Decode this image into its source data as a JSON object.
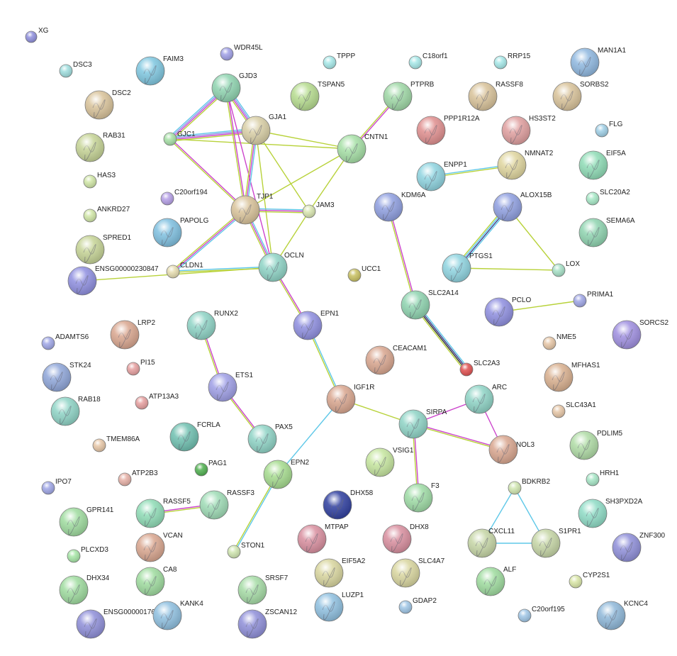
{
  "network": {
    "nodes": [
      {
        "id": "XG",
        "color": "#8f8fdd",
        "kind": "small"
      },
      {
        "id": "DSC3",
        "color": "#9fdede",
        "kind": "small"
      },
      {
        "id": "FAIM3",
        "color": "#7fc7e0",
        "kind": "structure"
      },
      {
        "id": "WDR45L",
        "color": "#9f9fe6",
        "kind": "small"
      },
      {
        "id": "TPPP",
        "color": "#a6e8e8",
        "kind": "small"
      },
      {
        "id": "C18orf1",
        "color": "#a6e8e8",
        "kind": "small"
      },
      {
        "id": "RRP15",
        "color": "#a6e8e8",
        "kind": "small"
      },
      {
        "id": "MAN1A1",
        "color": "#8fb8e0",
        "kind": "structure"
      },
      {
        "id": "DSC2",
        "color": "#d9c39a",
        "kind": "structure"
      },
      {
        "id": "GJD3",
        "color": "#8fd4b0",
        "kind": "structure"
      },
      {
        "id": "TSPAN5",
        "color": "#b6dc8f",
        "kind": "structure"
      },
      {
        "id": "PTPRB",
        "color": "#9fd8a6",
        "kind": "structure"
      },
      {
        "id": "RASSF8",
        "color": "#d9c39a",
        "kind": "structure"
      },
      {
        "id": "SORBS2",
        "color": "#d9c39a",
        "kind": "structure"
      },
      {
        "id": "RAB31",
        "color": "#c6d496",
        "kind": "structure"
      },
      {
        "id": "GJC1",
        "color": "#a6e0a6",
        "kind": "small"
      },
      {
        "id": "GJA1",
        "color": "#d9cfa6",
        "kind": "structure"
      },
      {
        "id": "PPP1R12A",
        "color": "#e08f8f",
        "kind": "structure"
      },
      {
        "id": "HS3ST2",
        "color": "#e09f9f",
        "kind": "structure"
      },
      {
        "id": "FLG",
        "color": "#9fcfe6",
        "kind": "small"
      },
      {
        "id": "CNTN1",
        "color": "#a6e0a6",
        "kind": "structure"
      },
      {
        "id": "HAS3",
        "color": "#d0e6a6",
        "kind": "small"
      },
      {
        "id": "ENPP1",
        "color": "#8fd4e0",
        "kind": "structure"
      },
      {
        "id": "NMNAT2",
        "color": "#e0d69f",
        "kind": "structure"
      },
      {
        "id": "EIF5A",
        "color": "#8fdcb6",
        "kind": "structure"
      },
      {
        "id": "C20orf194",
        "color": "#b59fe6",
        "kind": "small"
      },
      {
        "id": "TJP1",
        "color": "#d9c39a",
        "kind": "structure"
      },
      {
        "id": "KDM6A",
        "color": "#8f9fe0",
        "kind": "structure"
      },
      {
        "id": "ALOX15B",
        "color": "#8f9fe0",
        "kind": "structure"
      },
      {
        "id": "SLC20A2",
        "color": "#a6e8c6",
        "kind": "small"
      },
      {
        "id": "ANKRD27",
        "color": "#d0e6a6",
        "kind": "small"
      },
      {
        "id": "JAM3",
        "color": "#d9e6b0",
        "kind": "small"
      },
      {
        "id": "PAPOLG",
        "color": "#7fc0e0",
        "kind": "structure"
      },
      {
        "id": "SEMA6A",
        "color": "#8fd4b0",
        "kind": "structure"
      },
      {
        "id": "SPRED1",
        "color": "#c6d496",
        "kind": "structure"
      },
      {
        "id": "OCLN",
        "color": "#8fd4c6",
        "kind": "structure"
      },
      {
        "id": "ENSG00000230847",
        "color": "#8f8fe0",
        "kind": "structure"
      },
      {
        "id": "CLDN1",
        "color": "#e6ddb0",
        "kind": "small"
      },
      {
        "id": "UCC1",
        "color": "#c8c060",
        "kind": "small"
      },
      {
        "id": "PTGS1",
        "color": "#8fd4e0",
        "kind": "structure"
      },
      {
        "id": "LOX",
        "color": "#a6e0c6",
        "kind": "small"
      },
      {
        "id": "SLC2A14",
        "color": "#8fd4b0",
        "kind": "structure"
      },
      {
        "id": "PRIMA1",
        "color": "#9fa6e6",
        "kind": "small"
      },
      {
        "id": "PCLO",
        "color": "#8f8fe0",
        "kind": "structure"
      },
      {
        "id": "RUNX2",
        "color": "#8fd4c6",
        "kind": "structure"
      },
      {
        "id": "EPN1",
        "color": "#8f8fe0",
        "kind": "structure"
      },
      {
        "id": "SORCS2",
        "color": "#9f8fe0",
        "kind": "structure"
      },
      {
        "id": "LRP2",
        "color": "#d9a68f",
        "kind": "structure"
      },
      {
        "id": "ADAMTS6",
        "color": "#9fa6e6",
        "kind": "small"
      },
      {
        "id": "NME5",
        "color": "#e6c6a6",
        "kind": "small"
      },
      {
        "id": "STK24",
        "color": "#8fa6d9",
        "kind": "structure"
      },
      {
        "id": "PI15",
        "color": "#e69f9f",
        "kind": "small"
      },
      {
        "id": "CEACAM1",
        "color": "#d9a68f",
        "kind": "structure"
      },
      {
        "id": "SLC2A3",
        "color": "#e05050",
        "kind": "small"
      },
      {
        "id": "ETS1",
        "color": "#9f9fe6",
        "kind": "structure"
      },
      {
        "id": "MFHAS1",
        "color": "#d9b08f",
        "kind": "structure"
      },
      {
        "id": "ATP13A3",
        "color": "#e69f9f",
        "kind": "small"
      },
      {
        "id": "RAB18",
        "color": "#8fd4c6",
        "kind": "structure"
      },
      {
        "id": "IGF1R",
        "color": "#d9a68f",
        "kind": "structure"
      },
      {
        "id": "ARC",
        "color": "#8fd4c6",
        "kind": "structure"
      },
      {
        "id": "SLC43A1",
        "color": "#e6c6a6",
        "kind": "small"
      },
      {
        "id": "SIRPA",
        "color": "#8fd4c6",
        "kind": "structure"
      },
      {
        "id": "FCRLA",
        "color": "#6fc0b0",
        "kind": "structure"
      },
      {
        "id": "PAX5",
        "color": "#8fd4c6",
        "kind": "structure"
      },
      {
        "id": "TMEM86A",
        "color": "#e6c6a6",
        "kind": "small"
      },
      {
        "id": "NOL3",
        "color": "#d9a68f",
        "kind": "structure"
      },
      {
        "id": "PDLIM5",
        "color": "#b0dca6",
        "kind": "structure"
      },
      {
        "id": "VSIG1",
        "color": "#c6e69f",
        "kind": "structure"
      },
      {
        "id": "PAG1",
        "color": "#4fb04f",
        "kind": "small"
      },
      {
        "id": "EPN2",
        "color": "#a6dc8f",
        "kind": "structure"
      },
      {
        "id": "IPO7",
        "color": "#9fa6e6",
        "kind": "small"
      },
      {
        "id": "ATP2B3",
        "color": "#e6b0a6",
        "kind": "small"
      },
      {
        "id": "HRH1",
        "color": "#a6e6c6",
        "kind": "small"
      },
      {
        "id": "BDKRB2",
        "color": "#d0e6b0",
        "kind": "small"
      },
      {
        "id": "F3",
        "color": "#9fdca6",
        "kind": "structure"
      },
      {
        "id": "GPR141",
        "color": "#9fdc9f",
        "kind": "structure"
      },
      {
        "id": "RASSF5",
        "color": "#8fdcb6",
        "kind": "structure"
      },
      {
        "id": "RASSF3",
        "color": "#9fdcb6",
        "kind": "structure"
      },
      {
        "id": "DHX58",
        "color": "#2f3f9f",
        "kind": "structure"
      },
      {
        "id": "SH3PXD2A",
        "color": "#8fdcc6",
        "kind": "structure"
      },
      {
        "id": "MTPAP",
        "color": "#d98f9f",
        "kind": "structure"
      },
      {
        "id": "DHX8",
        "color": "#d98f9f",
        "kind": "structure"
      },
      {
        "id": "VCAN",
        "color": "#d9a68f",
        "kind": "structure"
      },
      {
        "id": "CXCL11",
        "color": "#c6d6a6",
        "kind": "structure"
      },
      {
        "id": "S1PR1",
        "color": "#c6d6a6",
        "kind": "structure"
      },
      {
        "id": "ZNF300",
        "color": "#8f8fd9",
        "kind": "structure"
      },
      {
        "id": "PLCXD3",
        "color": "#a6e6a6",
        "kind": "small"
      },
      {
        "id": "STON1",
        "color": "#d0e6b0",
        "kind": "small"
      },
      {
        "id": "EIF5A2",
        "color": "#d9d69f",
        "kind": "structure"
      },
      {
        "id": "SLC4A7",
        "color": "#d9d69f",
        "kind": "structure"
      },
      {
        "id": "ALF",
        "color": "#9fdc9f",
        "kind": "structure"
      },
      {
        "id": "CYP2S1",
        "color": "#d9e6a6",
        "kind": "small"
      },
      {
        "id": "DHX34",
        "color": "#9fdc9f",
        "kind": "structure"
      },
      {
        "id": "CA8",
        "color": "#9fdc9f",
        "kind": "structure"
      },
      {
        "id": "SRSF7",
        "color": "#a6dca6",
        "kind": "structure"
      },
      {
        "id": "LUZP1",
        "color": "#8fc0e0",
        "kind": "structure"
      },
      {
        "id": "GDAP2",
        "color": "#9fc6e6",
        "kind": "small"
      },
      {
        "id": "ENSG00000176857",
        "color": "#8f8fd9",
        "kind": "structure"
      },
      {
        "id": "KANK4",
        "color": "#8fc0e0",
        "kind": "structure"
      },
      {
        "id": "ZSCAN12",
        "color": "#8f8fd9",
        "kind": "structure"
      },
      {
        "id": "C20orf195",
        "color": "#9fc6e6",
        "kind": "small"
      },
      {
        "id": "KCNC4",
        "color": "#8fb8d9",
        "kind": "structure"
      }
    ],
    "edges": [
      {
        "source": "GJC1",
        "target": "GJD3",
        "colors": [
          "#5fc8e8",
          "#9090e8",
          "#cc44cc",
          "#b8d23a"
        ]
      },
      {
        "source": "GJC1",
        "target": "GJA1",
        "colors": [
          "#5fc8e8",
          "#9090e8",
          "#cc44cc",
          "#b8d23a"
        ]
      },
      {
        "source": "GJC1",
        "target": "CNTN1",
        "colors": [
          "#b8d23a"
        ]
      },
      {
        "source": "GJC1",
        "target": "TJP1",
        "colors": [
          "#cc44cc",
          "#b8d23a"
        ]
      },
      {
        "source": "GJD3",
        "target": "GJA1",
        "colors": [
          "#5fc8e8",
          "#9090e8",
          "#cc44cc",
          "#b8d23a"
        ]
      },
      {
        "source": "GJD3",
        "target": "TJP1",
        "colors": [
          "#cc44cc",
          "#b8d23a"
        ]
      },
      {
        "source": "GJD3",
        "target": "OCLN",
        "colors": [
          "#cc44cc"
        ]
      },
      {
        "source": "GJA1",
        "target": "TJP1",
        "colors": [
          "#5fc8e8",
          "#cc44cc",
          "#b8d23a"
        ]
      },
      {
        "source": "GJA1",
        "target": "CNTN1",
        "colors": [
          "#b8d23a"
        ]
      },
      {
        "source": "GJA1",
        "target": "OCLN",
        "colors": [
          "#b8d23a"
        ]
      },
      {
        "source": "GJA1",
        "target": "JAM3",
        "colors": [
          "#b8d23a"
        ]
      },
      {
        "source": "PTPRB",
        "target": "CNTN1",
        "colors": [
          "#cc44cc",
          "#b8d23a"
        ]
      },
      {
        "source": "CNTN1",
        "target": "JAM3",
        "colors": [
          "#b8d23a"
        ]
      },
      {
        "source": "CNTN1",
        "target": "TJP1",
        "colors": [
          "#b8d23a"
        ]
      },
      {
        "source": "TJP1",
        "target": "JAM3",
        "colors": [
          "#5fc8e8",
          "#cc44cc",
          "#b8d23a"
        ]
      },
      {
        "source": "TJP1",
        "target": "OCLN",
        "colors": [
          "#5fc8e8",
          "#cc44cc",
          "#b8d23a"
        ]
      },
      {
        "source": "TJP1",
        "target": "CLDN1",
        "colors": [
          "#5fc8e8",
          "#cc44cc",
          "#b8d23a"
        ]
      },
      {
        "source": "JAM3",
        "target": "OCLN",
        "colors": [
          "#b8d23a"
        ]
      },
      {
        "source": "CLDN1",
        "target": "OCLN",
        "colors": [
          "#5fc8e8",
          "#b8d23a"
        ]
      },
      {
        "source": "ENSG00000230847",
        "target": "OCLN",
        "colors": [
          "#b8d23a"
        ]
      },
      {
        "source": "OCLN",
        "target": "EPN1",
        "colors": [
          "#cc44cc",
          "#b8d23a"
        ]
      },
      {
        "source": "EPN1",
        "target": "IGF1R",
        "colors": [
          "#5fc8e8",
          "#b8d23a"
        ]
      },
      {
        "source": "IGF1R",
        "target": "EPN2",
        "colors": [
          "#5fc8e8"
        ]
      },
      {
        "source": "IGF1R",
        "target": "SIRPA",
        "colors": [
          "#b8d23a"
        ]
      },
      {
        "source": "EPN2",
        "target": "STON1",
        "colors": [
          "#5fc8e8",
          "#b8d23a"
        ]
      },
      {
        "source": "RUNX2",
        "target": "ETS1",
        "colors": [
          "#cc44cc",
          "#b8d23a"
        ]
      },
      {
        "source": "ETS1",
        "target": "PAX5",
        "colors": [
          "#cc44cc",
          "#b8d23a"
        ]
      },
      {
        "source": "RASSF5",
        "target": "RASSF3",
        "colors": [
          "#cc44cc",
          "#b8d23a"
        ]
      },
      {
        "source": "ENPP1",
        "target": "NMNAT2",
        "colors": [
          "#5fc8e8",
          "#b8d23a"
        ]
      },
      {
        "source": "KDM6A",
        "target": "SLC2A14",
        "colors": [
          "#cc44cc",
          "#b8d23a"
        ]
      },
      {
        "source": "SLC2A14",
        "target": "SLC2A3",
        "colors": [
          "#5fc8e8",
          "#3a3a8a",
          "#333333",
          "#b8d23a"
        ]
      },
      {
        "source": "ALOX15B",
        "target": "PTGS1",
        "colors": [
          "#5fc8e8",
          "#3a3a8a",
          "#5fc8e8",
          "#b8d23a"
        ]
      },
      {
        "source": "ALOX15B",
        "target": "LOX",
        "colors": [
          "#b8d23a"
        ]
      },
      {
        "source": "PTGS1",
        "target": "LOX",
        "colors": [
          "#b8d23a"
        ]
      },
      {
        "source": "PCLO",
        "target": "PRIMA1",
        "colors": [
          "#b8d23a"
        ]
      },
      {
        "source": "SIRPA",
        "target": "ARC",
        "colors": [
          "#cc44cc"
        ]
      },
      {
        "source": "SIRPA",
        "target": "NOL3",
        "colors": [
          "#cc44cc",
          "#b8d23a"
        ]
      },
      {
        "source": "SIRPA",
        "target": "F3",
        "colors": [
          "#cc44cc",
          "#b8d23a"
        ]
      },
      {
        "source": "ARC",
        "target": "NOL3",
        "colors": [
          "#cc44cc"
        ]
      },
      {
        "source": "BDKRB2",
        "target": "CXCL11",
        "colors": [
          "#5fc8e8"
        ]
      },
      {
        "source": "BDKRB2",
        "target": "S1PR1",
        "colors": [
          "#5fc8e8"
        ]
      },
      {
        "source": "CXCL11",
        "target": "S1PR1",
        "colors": [
          "#5fc8e8"
        ]
      }
    ]
  }
}
